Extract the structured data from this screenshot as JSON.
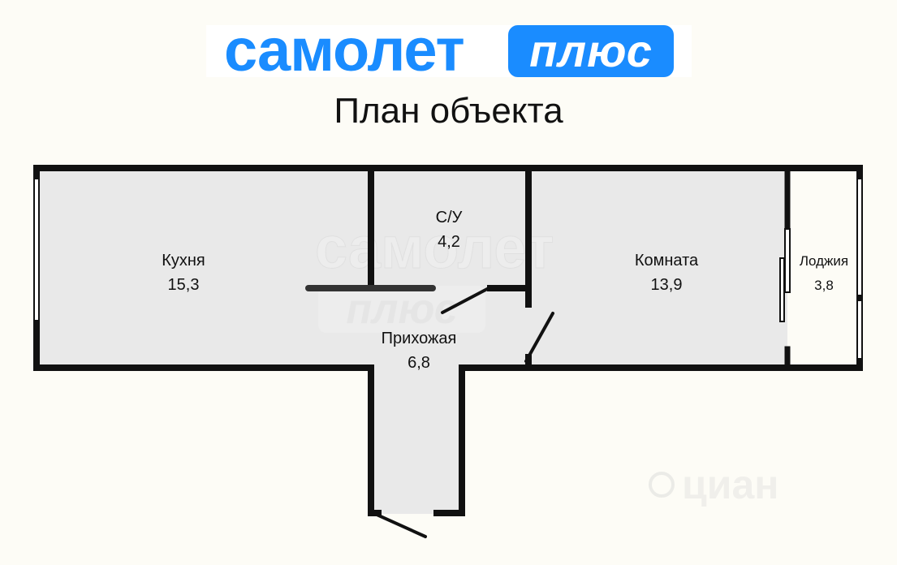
{
  "brand": {
    "word": "самолет",
    "badge": "плюс",
    "color": "#1a8cff"
  },
  "title": "План объекта",
  "rooms": [
    {
      "name": "Кухня",
      "area": "15,3"
    },
    {
      "name": "С/У",
      "area": "4,2"
    },
    {
      "name": "Прихожая",
      "area": "6,8"
    },
    {
      "name": "Комната",
      "area": "13,9"
    },
    {
      "name": "Лоджия",
      "area": "3,8"
    }
  ],
  "watermarks": {
    "center_word": "самолет",
    "center_badge": "плюс",
    "corner": "циан"
  },
  "colors": {
    "background": "#fdfcf6",
    "floor": "#e9e9e9",
    "loggia_floor": "#fdfcf6",
    "wall": "#111111"
  }
}
